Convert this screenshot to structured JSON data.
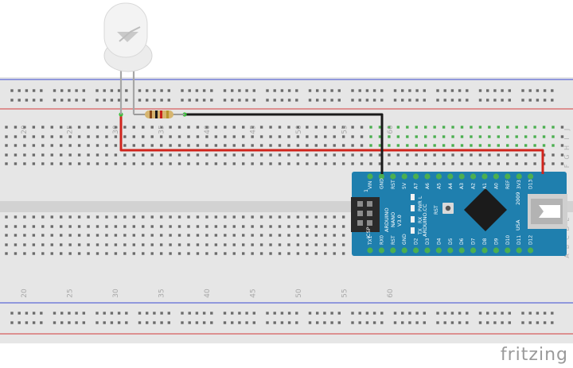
{
  "watermark": "fritzing",
  "breadboard": {
    "column_numbers": [
      "20",
      "25",
      "30",
      "35",
      "40",
      "45",
      "50",
      "55",
      "60"
    ],
    "row_letters_top": [
      "J",
      "I",
      "H",
      "G",
      "F"
    ],
    "row_letters_bottom": [
      "E",
      "D",
      "C",
      "B",
      "A"
    ]
  },
  "arduino": {
    "name": "ARDUINO",
    "model": "NANO",
    "version": "V3.0",
    "site": "ARDUINO.CC",
    "year": "2009",
    "country": "USA",
    "icsp": "ICSP",
    "header_pin": "1",
    "rst_button": "RST",
    "leds": [
      "L",
      "PWR",
      "RX",
      "TX"
    ],
    "top_pins": [
      "VIN",
      "GND",
      "RST",
      "5V",
      "A7",
      "A6",
      "A5",
      "A4",
      "A3",
      "A2",
      "A1",
      "A0",
      "REF",
      "3V3",
      "D13"
    ],
    "bottom_pins": [
      "TX1",
      "RX0",
      "RST",
      "GND",
      "D2",
      "D3",
      "D4",
      "D5",
      "D6",
      "D7",
      "D8",
      "D9",
      "D10",
      "D11",
      "D12"
    ]
  },
  "colors": {
    "board_bg": "#e6e6e6",
    "hole": "#6b6b6b",
    "rail_red": "#d13a3a",
    "rail_blue": "#3a4bd1",
    "arduino_blue": "#1f7fae",
    "wire_red": "#d0241c",
    "wire_black": "#1a1a1a",
    "hole_active": "#4caf50"
  }
}
